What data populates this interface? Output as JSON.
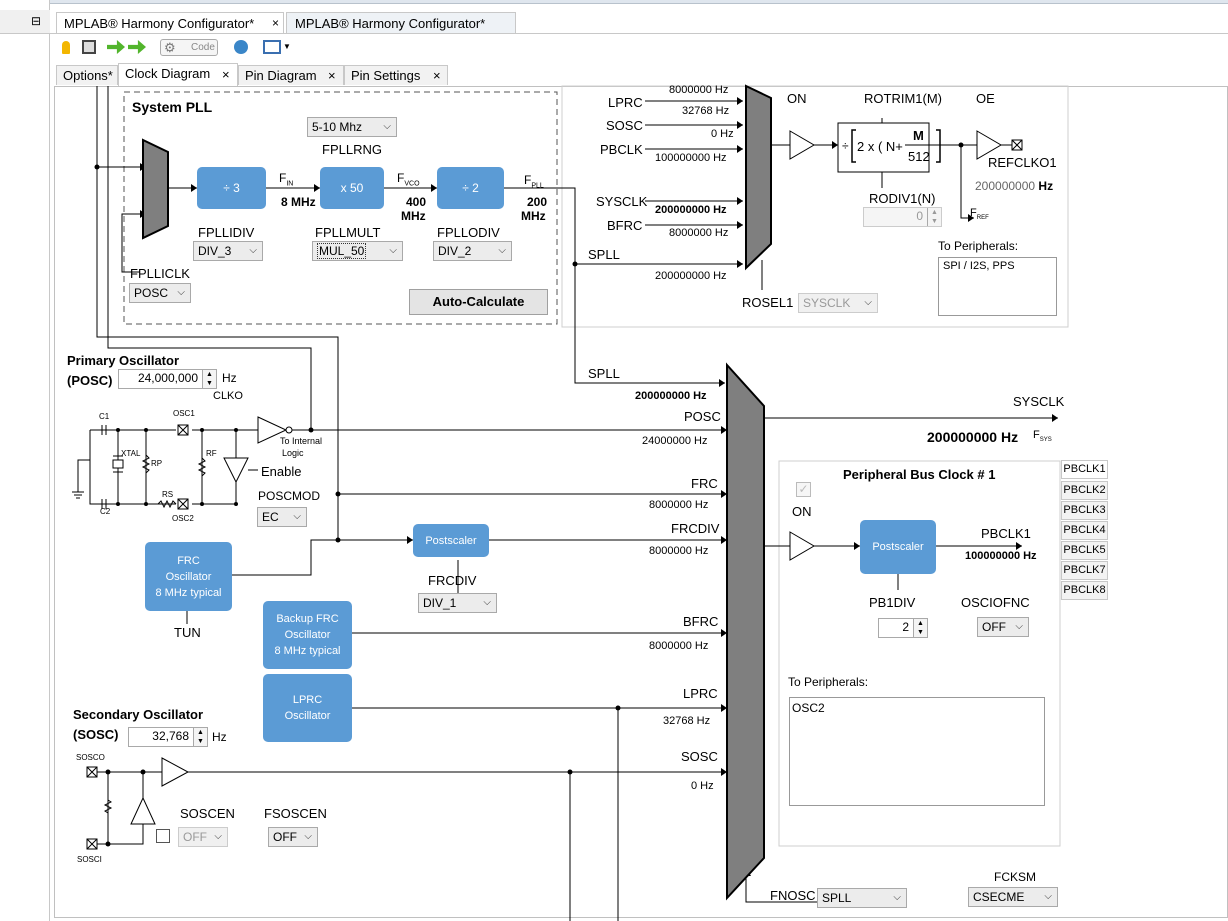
{
  "editor_tabs": [
    "MPLAB® Harmony Configurator*",
    "MPLAB® Harmony Configurator*"
  ],
  "toolbar": {
    "code_label": "Code"
  },
  "view_tabs": [
    "Options*",
    "Clock Diagram",
    "Pin Diagram",
    "Pin Settings"
  ],
  "close_glyph": "×",
  "collapse_glyph": "⊟",
  "system_pll": {
    "title": "System PLL",
    "fpllrng_label": "FPLLRNG",
    "fpllrng_value": "5-10 Mhz",
    "div3_label": "÷ 3",
    "x50_label": "x 50",
    "div2_label": "÷ 2",
    "fin_label": "F",
    "fin_sub": "IN",
    "fin_value": "8 MHz",
    "fvco_label": "F",
    "fvco_sub": "VCO",
    "fvco_value": "400",
    "fvco_unit": "MHz",
    "fpll_label": "F",
    "fpll_sub": "PLL",
    "fpll_value": "200",
    "fpll_unit": "MHz",
    "fpllidiv_label": "FPLLIDIV",
    "fpllidiv_value": "DIV_3",
    "fpllmult_label": "FPLLMULT",
    "fpllmult_value": "MUL_50",
    "fpllodiv_label": "FPLLODIV",
    "fpllodiv_value": "DIV_2",
    "fpllicl_label": "FPLLICLK",
    "fpllicl_value": "POSC",
    "auto_calc_label": "Auto-Calculate"
  },
  "refclk": {
    "top_value": "8000000 Hz",
    "inputs": [
      {
        "name": "LPRC",
        "value": "32768 Hz"
      },
      {
        "name": "SOSC",
        "value": "0 Hz"
      },
      {
        "name": "PBCLK",
        "value": "100000000 Hz"
      },
      {
        "name": "SYSCLK",
        "value": "200000000 Hz"
      },
      {
        "name": "BFRC",
        "value": "8000000 Hz"
      },
      {
        "name": "SPLL",
        "value": "200000000 Hz"
      }
    ],
    "on_label": "ON",
    "rotrim_label": "ROTRIM1(M)",
    "formula_prefix": "÷",
    "formula_main": "2 x ( N+",
    "formula_num": "M",
    "formula_den": "512",
    "rodiv_label": "RODIV1(N)",
    "rodiv_value": "0",
    "oe_label": "OE",
    "refclko_label": "REFCLKO1",
    "refclko_value": "200000000",
    "refclko_unit": "Hz",
    "fref_label": "F",
    "fref_sub": "REF",
    "to_periph_label": "To Peripherals:",
    "to_periph_text": "SPI / I2S, PPS",
    "rosel_label": "ROSEL1",
    "rosel_value": "SYSCLK"
  },
  "posc": {
    "title": "Primary Oscillator",
    "title2": "(POSC)",
    "value": "24,000,000",
    "unit": "Hz",
    "clko_label": "CLKO",
    "c1": "C1",
    "c2": "C2",
    "xtal": "XTAL",
    "rp": "RP",
    "rf": "RF",
    "rs": "RS",
    "osc1": "OSC1",
    "osc2": "OSC2",
    "to_internal": "To Internal",
    "logic": "Logic",
    "enable": "Enable",
    "poscmod_label": "POSCMOD",
    "poscmod_value": "EC"
  },
  "frc": {
    "line1": "FRC",
    "line2": "Oscillator",
    "line3": "8 MHz typical",
    "tun_label": "TUN"
  },
  "postscaler": {
    "label": "Postscaler",
    "frcdiv_label": "FRCDIV",
    "frcdiv_value": "DIV_1"
  },
  "bfrc": {
    "line1": "Backup FRC",
    "line2": "Oscillator",
    "line3": "8 MHz typical"
  },
  "lprc": {
    "line1": "LPRC",
    "line2": "Oscillator"
  },
  "sosc": {
    "title": "Secondary Oscillator",
    "title2": "(SOSC)",
    "value": "32,768",
    "unit": "Hz",
    "sosco": "SOSCO",
    "sosci": "SOSCI",
    "soscen_label": "SOSCEN",
    "soscen_value": "OFF",
    "fsoscen_label": "FSOSCEN",
    "fsoscen_value": "OFF"
  },
  "main_mux": {
    "inputs": [
      {
        "name": "SPLL",
        "value": "200000000 Hz"
      },
      {
        "name": "POSC",
        "value": "24000000 Hz"
      },
      {
        "name": "FRC",
        "value": "8000000 Hz"
      },
      {
        "name": "FRCDIV",
        "value": "8000000 Hz"
      },
      {
        "name": "BFRC",
        "value": "8000000 Hz"
      },
      {
        "name": "LPRC",
        "value": "32768 Hz"
      },
      {
        "name": "SOSC",
        "value": "0 Hz"
      }
    ],
    "sysclk_label": "SYSCLK",
    "sysclk_value": "200000000 Hz",
    "fsys_label": "F",
    "fsys_sub": "SYS",
    "fnosc_label": "FNOSC",
    "fnosc_value": "SPLL",
    "fcksm_label": "FCKSM",
    "fcksm_value": "CSECME"
  },
  "pbclk": {
    "title": "Peripheral Bus Clock # 1",
    "on_label": "ON",
    "postscaler": "Postscaler",
    "pbclk_label": "PBCLK1",
    "pbclk_value": "100000000 Hz",
    "pbdiv_label": "PB1DIV",
    "pbdiv_value": "2",
    "osciofnc_label": "OSCIOFNC",
    "osciofnc_value": "OFF",
    "to_periph_label": "To Peripherals:",
    "to_periph_text": "OSC2",
    "tabs": [
      "PBCLK1",
      "PBCLK2",
      "PBCLK3",
      "PBCLK4",
      "PBCLK5",
      "PBCLK7",
      "PBCLK8"
    ],
    "check_glyph": "✓"
  },
  "colors": {
    "block": "#5b9bd5",
    "mux": "#7f7f7f"
  }
}
